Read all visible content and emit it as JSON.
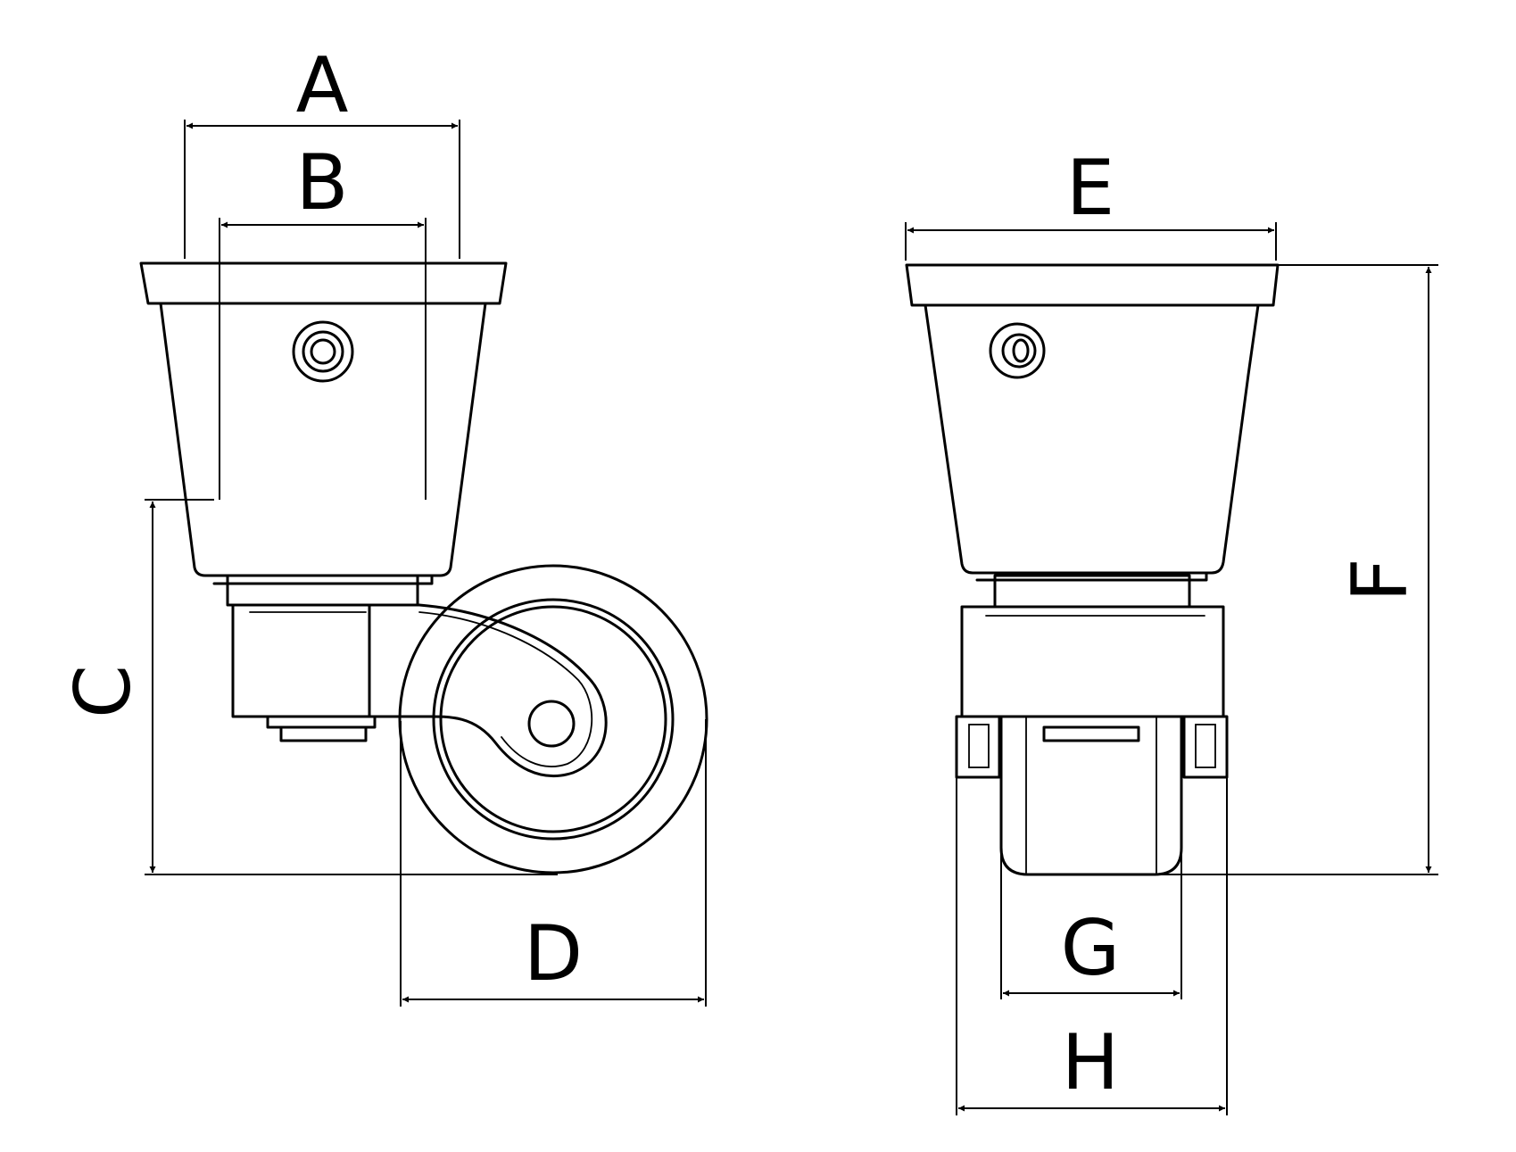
{
  "labels": {
    "A": "A",
    "B": "B",
    "C": "C",
    "D": "D",
    "E": "E",
    "F": "F",
    "G": "G",
    "H": "H"
  },
  "colors": {
    "line": "#000000",
    "background": "#ffffff"
  }
}
